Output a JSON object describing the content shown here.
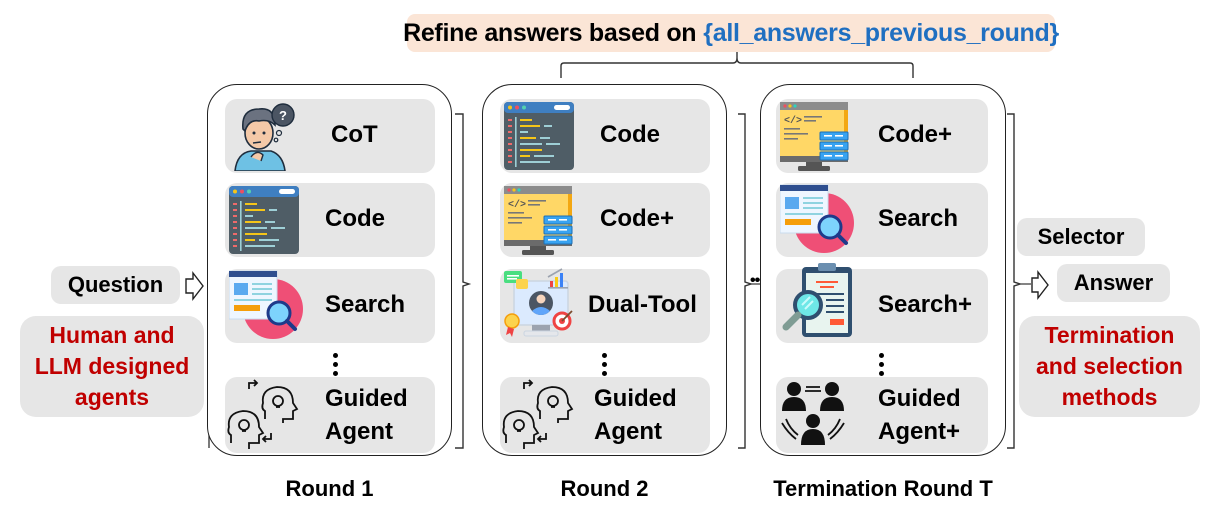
{
  "refine": {
    "prefix": "Refine answers based on",
    "variable": "{all_answers_previous_round}"
  },
  "input": {
    "question_label": "Question",
    "agents_note_lines": [
      "Human and",
      "LLM designed",
      "agents"
    ]
  },
  "rounds": [
    {
      "caption": "Round 1",
      "agents": [
        {
          "label_lines": [
            "CoT"
          ],
          "icon": "thinking-person-icon"
        },
        {
          "label_lines": [
            "Code"
          ],
          "icon": "code-window-icon"
        },
        {
          "label_lines": [
            "Search"
          ],
          "icon": "search-document-icon"
        },
        {
          "label_lines": [
            "Guided",
            "Agent"
          ],
          "icon": "collaborating-minds-icon"
        }
      ],
      "ellipsis": "⋮"
    },
    {
      "caption": "Round 2",
      "agents": [
        {
          "label_lines": [
            "Code"
          ],
          "icon": "code-window-icon"
        },
        {
          "label_lines": [
            "Code+"
          ],
          "icon": "code-monitor-icon"
        },
        {
          "label_lines": [
            "Dual-Tool"
          ],
          "icon": "dashboard-monitor-icon"
        },
        {
          "label_lines": [
            "Guided",
            "Agent"
          ],
          "icon": "collaborating-minds-icon"
        }
      ],
      "ellipsis": "⋮"
    },
    {
      "caption": "Termination Round T",
      "agents": [
        {
          "label_lines": [
            "Code+"
          ],
          "icon": "code-monitor-icon"
        },
        {
          "label_lines": [
            "Search"
          ],
          "icon": "search-document-icon"
        },
        {
          "label_lines": [
            "Search+"
          ],
          "icon": "clipboard-magnifier-icon"
        },
        {
          "label_lines": [
            "Guided",
            "Agent+"
          ],
          "icon": "team-group-icon"
        }
      ],
      "ellipsis": "⋮"
    }
  ],
  "between_rounds_ellipsis": "•••",
  "output": {
    "selector_label": "Selector",
    "answer_label": "Answer",
    "methods_note_lines": [
      "Termination",
      "and selection",
      "methods"
    ]
  },
  "colors": {
    "refine_banner_bg": "#fbe5d6",
    "variable_text": "#1f6fc1",
    "note_text_red": "#c00000",
    "card_bg": "#e6e6e6"
  }
}
